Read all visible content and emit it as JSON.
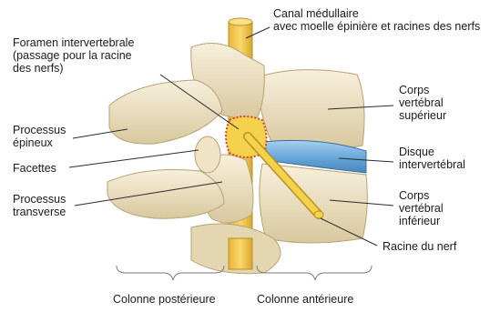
{
  "labels": {
    "canal": "Canal médullaire\navec moelle épinière et racines des nerfs",
    "foramen": "Foramen intervertebrale\n(passage pour la racine\ndes nerfs)",
    "processus_epineux": "Processus\népineux",
    "facettes": "Facettes",
    "processus_transverse": "Processus\ntransverse",
    "corps_superieur": "Corps\nvertébral\nsupérieur",
    "disque": "Disque\nintervertébral",
    "corps_inferieur": "Corps\nvertébral\ninférieur",
    "racine": "Racine du nerf",
    "colonne_posterieure": "Colonne postérieure",
    "colonne_anterieure": "Colonne antérieure"
  },
  "colors": {
    "bone_light": "#f4ecd6",
    "bone_mid": "#e7d9b5",
    "bone_shade": "#cdbb92",
    "spinal_cord": "#f2c84a",
    "cord_outline": "#b98f1f",
    "disc": "#7db4e0",
    "disc_dark": "#4a86bb",
    "foramen_dots": "#d9402a",
    "line": "#2b2b2b"
  }
}
